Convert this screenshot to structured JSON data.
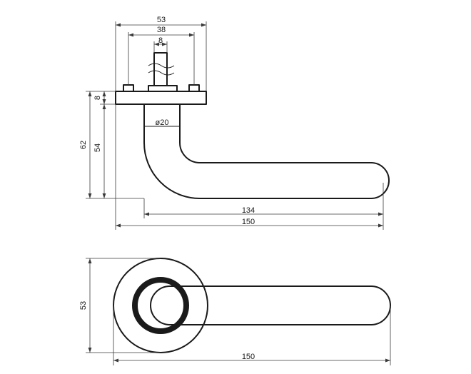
{
  "diagram": {
    "top_view": {
      "dimensions": {
        "rose_width": "53",
        "screw_spacing": "38",
        "spindle": "8",
        "rose_height": "8",
        "overall_height": "62",
        "lever_height": "54",
        "diameter": "ø20",
        "lever_length": "134",
        "overall_length": "150"
      }
    },
    "bottom_view": {
      "dimensions": {
        "rose_diameter": "53",
        "overall_length": "150"
      }
    },
    "colors": {
      "line": "#1a1a1a",
      "background": "#ffffff"
    }
  }
}
